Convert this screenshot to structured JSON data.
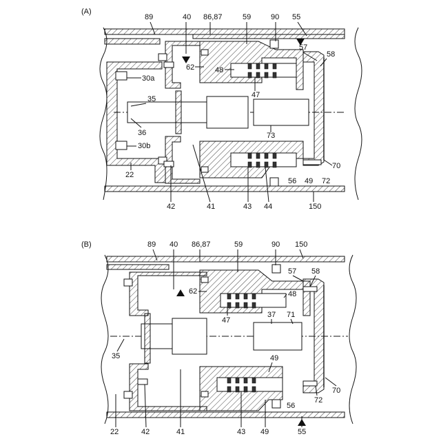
{
  "figA": {
    "panel_label": "(A)",
    "refs": [
      "89",
      "40",
      "86,87",
      "59",
      "90",
      "55",
      "57",
      "58",
      "62",
      "48",
      "47",
      "30a",
      "35",
      "36",
      "73",
      "30b",
      "22",
      "70",
      "56",
      "49",
      "72",
      "42",
      "41",
      "43",
      "44",
      "150"
    ]
  },
  "figB": {
    "panel_label": "(B)",
    "refs": [
      "89",
      "40",
      "86,87",
      "59",
      "90",
      "150",
      "57",
      "58",
      "62",
      "48",
      "47",
      "37",
      "71",
      "35",
      "49",
      "22",
      "42",
      "41",
      "43",
      "49",
      "56",
      "72",
      "70",
      "55"
    ]
  }
}
